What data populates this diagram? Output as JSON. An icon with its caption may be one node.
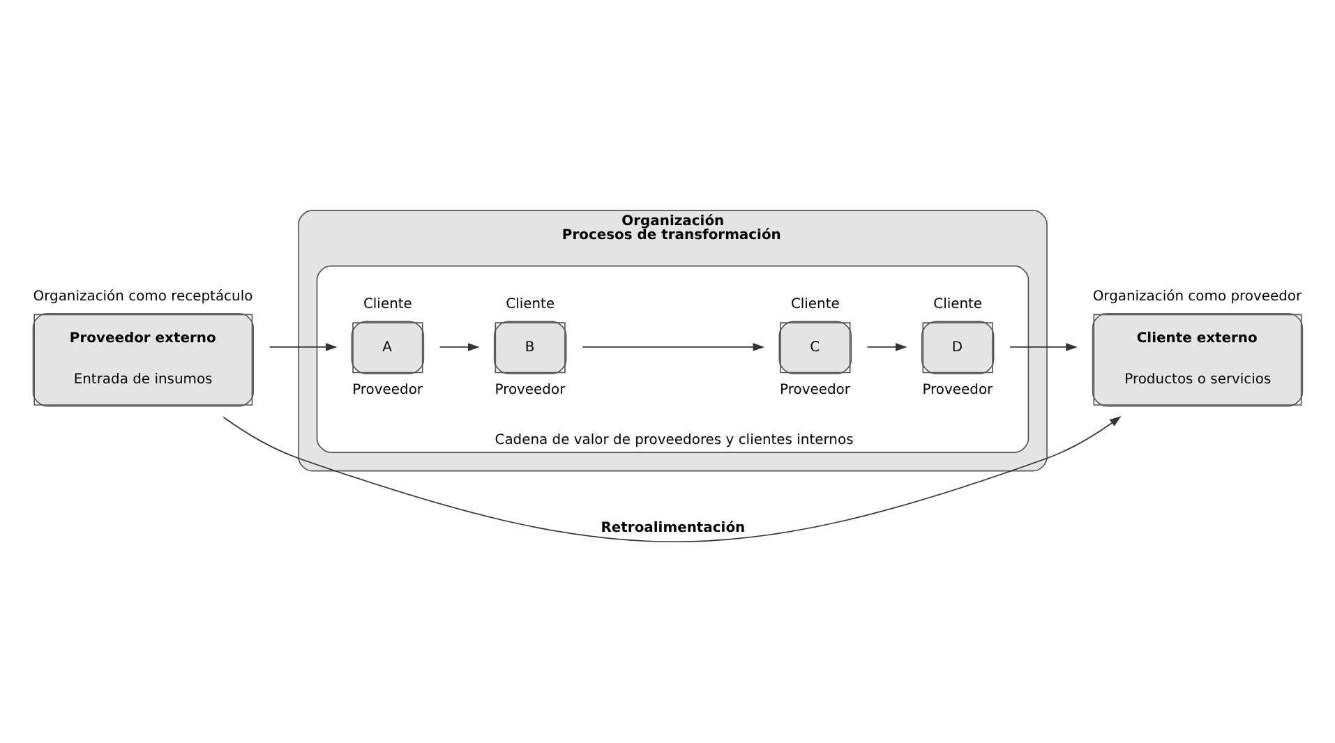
{
  "diagram": {
    "nodes": [
      {
        "text": [
          "Proveedor externo",
          "Entrada de insumos"
        ],
        "beside": [
          "Organización como receptáculo"
        ]
      },
      {
        "text": [
          "Organización",
          "Procesos de transformación"
        ]
      },
      {
        "text": [
          "Cadena de valor de proveedores y clientes internos"
        ],
        "in": 1
      },
      {
        "text": [
          "A"
        ],
        "beside": [
          "Cliente",
          "Proveedor"
        ],
        "in": 2
      },
      {
        "text": [
          "B"
        ],
        "beside": [
          "Cliente",
          "Proveedor"
        ],
        "in": 2
      },
      {
        "text": [
          "C"
        ],
        "beside": [
          "Cliente",
          "Proveedor"
        ],
        "in": 2
      },
      {
        "text": [
          "D"
        ],
        "beside": [
          "Cliente",
          "Proveedor"
        ],
        "in": 2
      },
      {
        "text": [
          "Cliente externo",
          "Productos o servicios"
        ],
        "beside": [
          "Organización como proveedor"
        ]
      }
    ],
    "edges": [
      {
        "from": 0,
        "to": 3,
        "arrow": "to"
      },
      {
        "from": 3,
        "to": 4,
        "arrow": "to"
      },
      {
        "from": 4,
        "to": 5,
        "arrow": "to"
      },
      {
        "from": 5,
        "to": 6,
        "arrow": "to"
      },
      {
        "from": 6,
        "to": 7,
        "arrow": "to"
      },
      {
        "from": 0,
        "to": 7,
        "label": "Retroalimentación",
        "arrow": "to"
      }
    ]
  }
}
